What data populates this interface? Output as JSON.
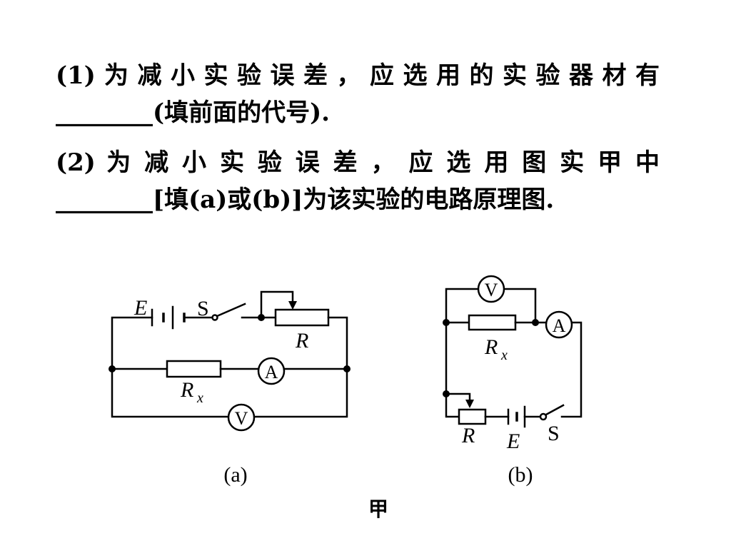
{
  "question1": {
    "line1": "(1) 为 减 小 实 验 误 差 ， 应 选 用 的 实 验 器 材 有",
    "line2": "________(填前面的代号)."
  },
  "question2": {
    "line1": "(2) 为 减 小 实 验 误 差 ， 应 选 用 图 实 甲 中",
    "line2": "________[填(a)或(b)]为该实验的电路原理图."
  },
  "figure": {
    "title": "甲",
    "circuit_a": {
      "caption": "(a)",
      "battery": "E",
      "switch": "S",
      "rheostat": "R",
      "resistor_name": "R",
      "resistor_sub": "x",
      "ammeter": "A",
      "voltmeter": "V"
    },
    "circuit_b": {
      "caption": "(b)",
      "voltmeter": "V",
      "ammeter": "A",
      "resistor_name": "R",
      "resistor_sub": "x",
      "rheostat": "R",
      "battery": "E",
      "switch": "S"
    }
  }
}
